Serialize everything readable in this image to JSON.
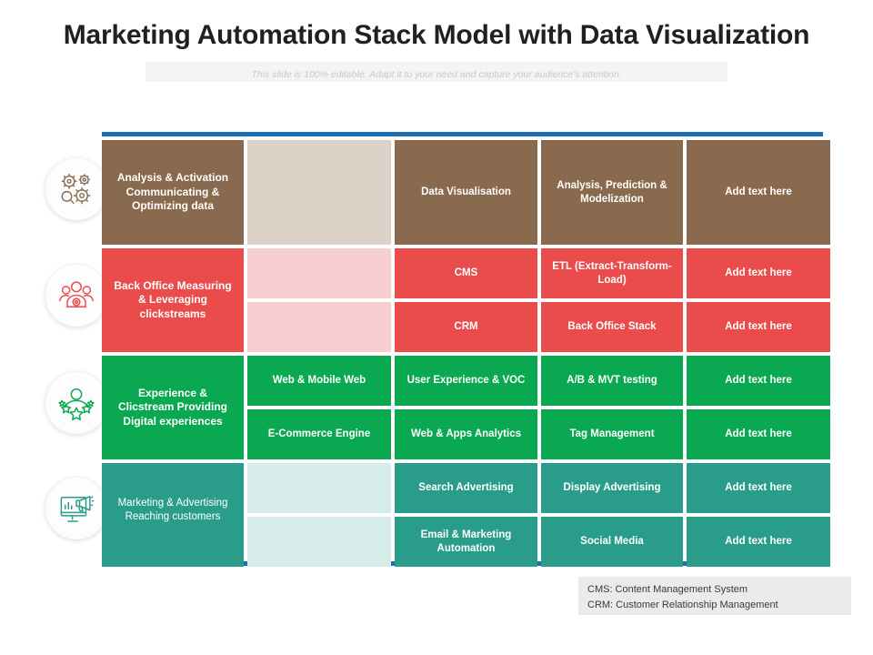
{
  "header": {
    "title": "Marketing Automation Stack Model with Data Visualization",
    "subtitle": "This slide is 100% editable. Adapt it to your need and capture your audience's attention."
  },
  "colors": {
    "rule": "#1a6fb5",
    "brown": "#8a6a4f",
    "brown_pale": "#ddd2c8",
    "red": "#ea4c4c",
    "red_pale": "#f8cfd1",
    "green": "#0aa851",
    "teal": "#2a9d8a",
    "teal_pale": "#d5ece8",
    "title": "#231f20",
    "subtitle": "#c9c9c9",
    "legend_bg": "#ebebeb"
  },
  "bands": [
    {
      "id": "analysis-activation",
      "icon": "gears-analytics-icon",
      "icon_color": "#8a6a4f",
      "label": "Analysis & Activation Communicating & Optimizing data"
    },
    {
      "id": "back-office",
      "icon": "team-people-icon",
      "icon_color": "#ea4c4c",
      "label": "Back Office Measuring & Leveraging clickstreams"
    },
    {
      "id": "experience-clicstream",
      "icon": "person-stars-icon",
      "icon_color": "#0aa851",
      "label": "Experience & Clicstream Providing Digital experiences"
    },
    {
      "id": "marketing-advertising",
      "icon": "monitor-megaphone-icon",
      "icon_color": "#2a9d8a",
      "label": "Marketing  & Advertising Reaching customers"
    }
  ],
  "rows": [
    {
      "band": "analysis-activation",
      "height": "tall",
      "cells": [
        "",
        "Data Visualisation",
        "Analysis, Prediction & Modelization",
        "Add text here"
      ]
    },
    {
      "band": "back-office",
      "height": "std",
      "cells": [
        "",
        "CMS",
        "ETL (Extract-Transform-Load)",
        "Add text here"
      ]
    },
    {
      "band": "back-office",
      "height": "std",
      "cells": [
        "",
        "CRM",
        "Back Office Stack",
        "Add text here"
      ]
    },
    {
      "band": "experience-clicstream",
      "height": "std",
      "cells": [
        "Web & Mobile Web",
        "User Experience & VOC",
        "A/B & MVT testing",
        "Add text here"
      ]
    },
    {
      "band": "experience-clicstream",
      "height": "std",
      "cells": [
        "E-Commerce Engine",
        "Web & Apps Analytics",
        "Tag Management",
        "Add text here"
      ]
    },
    {
      "band": "marketing-advertising",
      "height": "std",
      "cells": [
        "",
        "Search Advertising",
        "Display Advertising",
        "Add text here"
      ]
    },
    {
      "band": "marketing-advertising",
      "height": "std",
      "cells": [
        "",
        "Email & Marketing Automation",
        "Social Media",
        "Add text here"
      ]
    }
  ],
  "legend": {
    "line1": "CMS:  Content Management  System",
    "line2": "CRM:  Customer Relationship Management"
  }
}
